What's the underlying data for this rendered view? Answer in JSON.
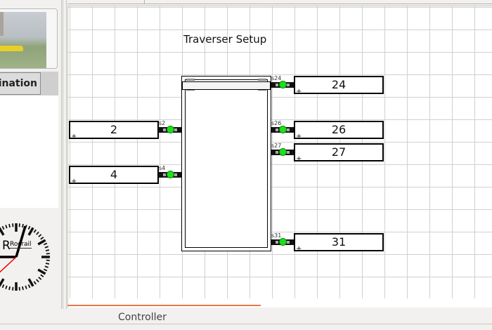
{
  "left_panel": {
    "destination_button": "tination"
  },
  "clock": {
    "brand": "Rocrail",
    "brand_initial": "R"
  },
  "canvas": {
    "title": "Traverser Setup",
    "left_blocks": [
      {
        "label": "2",
        "sensor": "s2"
      },
      {
        "label": "4",
        "sensor": "s4"
      }
    ],
    "right_blocks": [
      {
        "label": "24",
        "sensor": "s24"
      },
      {
        "label": "26",
        "sensor": "s26"
      },
      {
        "label": "27",
        "sensor": "s27"
      },
      {
        "label": "31",
        "sensor": "s31"
      }
    ],
    "plus": "+"
  },
  "bottom": {
    "tab_controller": "Controller"
  },
  "colors": {
    "sensor_on": "#1de01d",
    "accent": "#e8784a"
  }
}
